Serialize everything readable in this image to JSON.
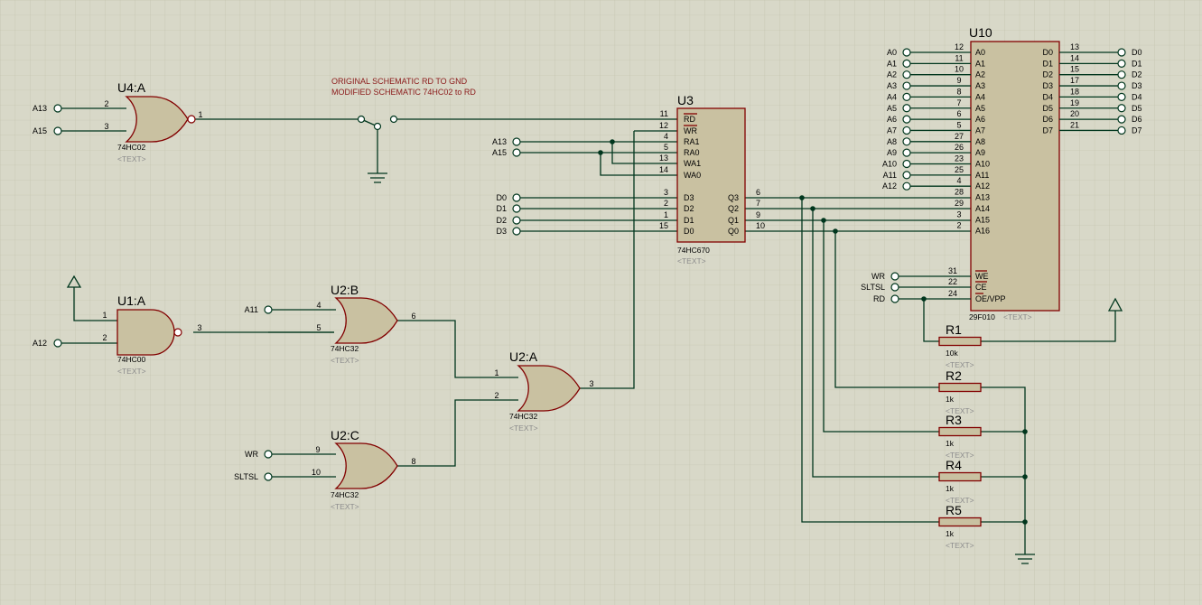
{
  "note_lines": [
    "ORIGINAL SCHEMATIC RD TO GND",
    "MODIFIED SCHEMATIC 74HC02 to RD"
  ],
  "placeholder": "<TEXT>",
  "u4a": {
    "ref": "U4:A",
    "part": "74HC02",
    "in1": "A13",
    "in2": "A15",
    "pins": [
      "2",
      "3",
      "1"
    ]
  },
  "u1a": {
    "ref": "U1:A",
    "part": "74HC00",
    "in2": "A12",
    "pins": [
      "1",
      "2",
      "3"
    ]
  },
  "u2b": {
    "ref": "U2:B",
    "part": "74HC32",
    "in1": "A11",
    "pins": [
      "4",
      "5",
      "6"
    ]
  },
  "u2a": {
    "ref": "U2:A",
    "part": "74HC32",
    "pins": [
      "1",
      "2",
      "3"
    ]
  },
  "u2c": {
    "ref": "U2:C",
    "part": "74HC32",
    "in1": "WR",
    "in2": "SLTSL",
    "pins": [
      "9",
      "10",
      "8"
    ]
  },
  "u3": {
    "ref": "U3",
    "part": "74HC670",
    "left_pins": [
      {
        "num": "11",
        "name": "RD",
        "bar": true
      },
      {
        "num": "12",
        "name": "WR",
        "bar": true
      },
      {
        "num": "4",
        "name": "RA1"
      },
      {
        "num": "5",
        "name": "RA0"
      },
      {
        "num": "13",
        "name": "WA1"
      },
      {
        "num": "14",
        "name": "WA0"
      },
      {
        "num": "3",
        "name": "D3"
      },
      {
        "num": "2",
        "name": "D2"
      },
      {
        "num": "1",
        "name": "D1"
      },
      {
        "num": "15",
        "name": "D0"
      }
    ],
    "right_pins": [
      {
        "num": "6",
        "name": "Q3"
      },
      {
        "num": "7",
        "name": "Q2"
      },
      {
        "num": "9",
        "name": "Q1"
      },
      {
        "num": "10",
        "name": "Q0"
      }
    ],
    "addr_labels": [
      "A13",
      "A15"
    ],
    "data_labels": [
      "D0",
      "D1",
      "D2",
      "D3"
    ]
  },
  "u10": {
    "ref": "U10",
    "part": "29F010",
    "left_pins": [
      {
        "num": "12",
        "name": "A0",
        "label": "A0"
      },
      {
        "num": "11",
        "name": "A1",
        "label": "A1"
      },
      {
        "num": "10",
        "name": "A2",
        "label": "A2"
      },
      {
        "num": "9",
        "name": "A3",
        "label": "A3"
      },
      {
        "num": "8",
        "name": "A4",
        "label": "A4"
      },
      {
        "num": "7",
        "name": "A5",
        "label": "A5"
      },
      {
        "num": "6",
        "name": "A6",
        "label": "A6"
      },
      {
        "num": "5",
        "name": "A7",
        "label": "A7"
      },
      {
        "num": "27",
        "name": "A8",
        "label": "A8"
      },
      {
        "num": "26",
        "name": "A9",
        "label": "A9"
      },
      {
        "num": "23",
        "name": "A10",
        "label": "A10"
      },
      {
        "num": "25",
        "name": "A11",
        "label": "A11"
      },
      {
        "num": "4",
        "name": "A12",
        "label": "A12"
      },
      {
        "num": "28",
        "name": "A13"
      },
      {
        "num": "29",
        "name": "A14"
      },
      {
        "num": "3",
        "name": "A15"
      },
      {
        "num": "2",
        "name": "A16"
      }
    ],
    "ctrl_pins": [
      {
        "num": "31",
        "name": "WE",
        "label": "WR"
      },
      {
        "num": "22",
        "name": "CE",
        "label": "SLTSL"
      },
      {
        "num": "24",
        "name": "OE/VPP",
        "label": "RD"
      }
    ],
    "right_pins": [
      {
        "num": "13",
        "name": "D0",
        "label": "D0"
      },
      {
        "num": "14",
        "name": "D1",
        "label": "D1"
      },
      {
        "num": "15",
        "name": "D2",
        "label": "D2"
      },
      {
        "num": "17",
        "name": "D3",
        "label": "D3"
      },
      {
        "num": "18",
        "name": "D4",
        "label": "D4"
      },
      {
        "num": "19",
        "name": "D5",
        "label": "D5"
      },
      {
        "num": "20",
        "name": "D6",
        "label": "D6"
      },
      {
        "num": "21",
        "name": "D7",
        "label": "D7"
      }
    ]
  },
  "resistors": [
    {
      "ref": "R1",
      "value": "10k"
    },
    {
      "ref": "R2",
      "value": "1k"
    },
    {
      "ref": "R3",
      "value": "1k"
    },
    {
      "ref": "R4",
      "value": "1k"
    },
    {
      "ref": "R5",
      "value": "1k"
    }
  ]
}
